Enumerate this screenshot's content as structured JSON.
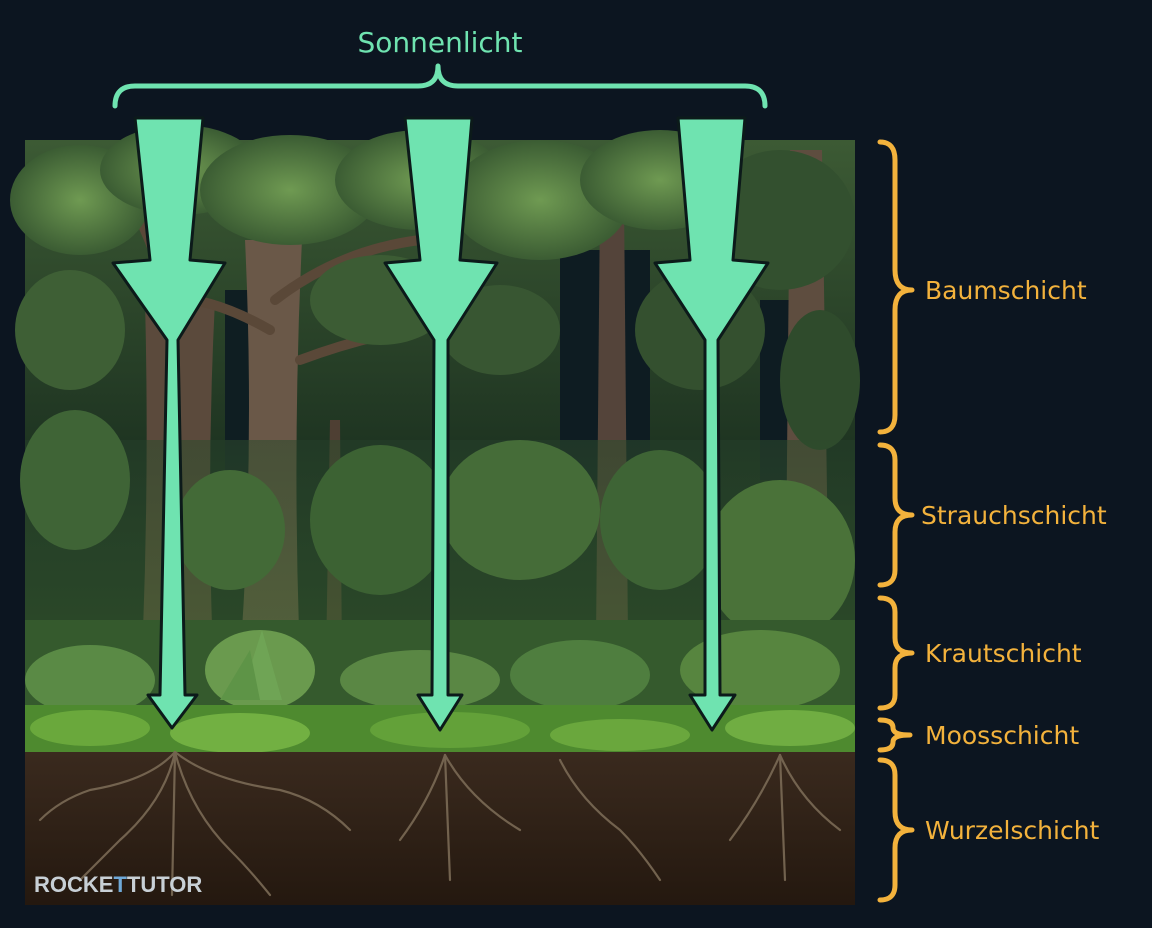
{
  "diagram": {
    "sunlight_label": "Sonnenlicht",
    "layers": [
      {
        "label": "Baumschicht"
      },
      {
        "label": "Strauchschicht"
      },
      {
        "label": "Krautschicht"
      },
      {
        "label": "Moosschicht"
      },
      {
        "label": "Wurzelschicht"
      }
    ],
    "logo": {
      "part1": "ROCKE",
      "part2": "T",
      "part3": "TUTOR"
    }
  },
  "colors": {
    "background": "#0c1520",
    "arrow": "#6fe3b0",
    "bracket_labels": "#f3b23c"
  }
}
